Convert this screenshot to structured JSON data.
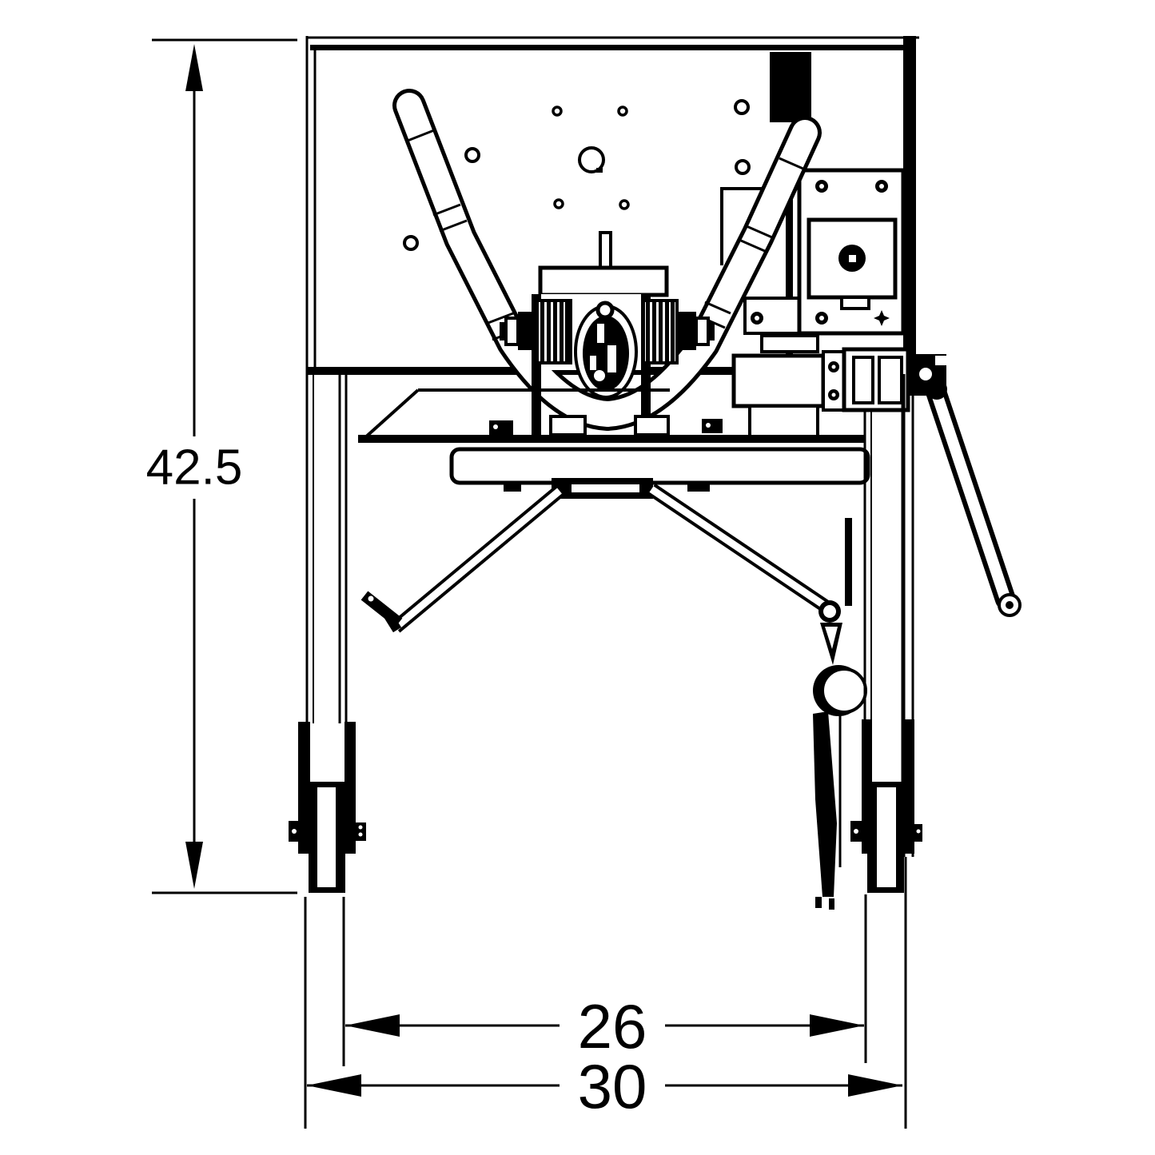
{
  "diagram": {
    "dimensions": {
      "height": {
        "label": "42.5"
      },
      "inner_width": {
        "label": "26"
      },
      "outer_width": {
        "label": "30"
      }
    },
    "colors": {
      "line": "#000000",
      "background": "#ffffff"
    }
  }
}
